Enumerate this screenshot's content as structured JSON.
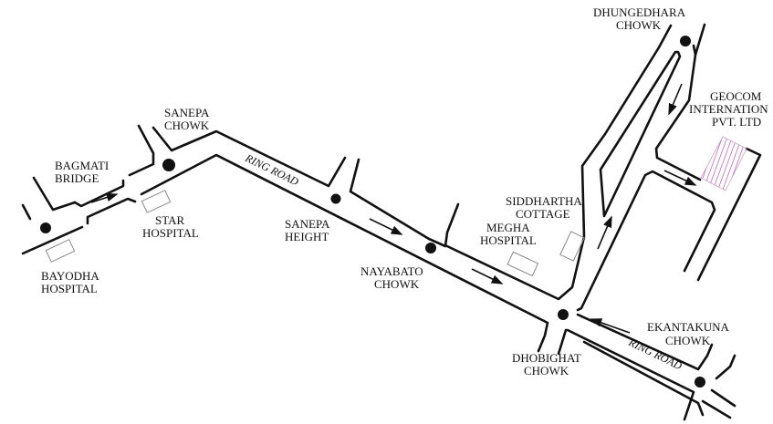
{
  "map": {
    "labels": {
      "bagmati_bridge": [
        "BAGMATI",
        "BRIDGE"
      ],
      "sanepa_chowk": [
        "SANEPA",
        "CHOWK"
      ],
      "star_hospital": [
        "STAR",
        "HOSPITAL"
      ],
      "bayodha_hospital": [
        "BAYODHA",
        "HOSPITAL"
      ],
      "sanepa_height": [
        "SANEPA",
        "HEIGHT"
      ],
      "nayabato_chowk": [
        "NAYABATO",
        "CHOWK"
      ],
      "siddhartha_cottage": [
        "SIDDHARTHA",
        "COTTAGE"
      ],
      "megha_hospital": [
        "MEGHA",
        "HOSPITAL"
      ],
      "dhungedhara_chowk": [
        "DHUNGEDHARA",
        "CHOWK"
      ],
      "geocom": [
        "GEOCOM",
        "INTERNATION",
        "PVT. LTD"
      ],
      "dhobighat_chowk": [
        "DHOBIGHAT",
        "CHOWK"
      ],
      "ekantakuna_chowk": [
        "EKANTAKUNA",
        "CHOWK"
      ],
      "ring_road_1": "RING ROAD",
      "ring_road_2": "RING ROAD"
    },
    "colors": {
      "road": "#111111",
      "destination_hatch": "#a040a0"
    }
  }
}
